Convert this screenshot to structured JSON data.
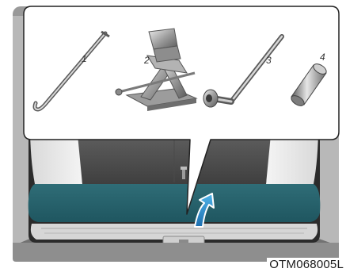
{
  "figure": {
    "code": "OTM068005L",
    "callouts": [
      {
        "number": "1",
        "tool": "tool-rod-icon"
      },
      {
        "number": "2",
        "tool": "scissor-jack-icon"
      },
      {
        "number": "3",
        "tool": "lug-wrench-icon"
      },
      {
        "number": "4",
        "tool": "tube-adapter-icon"
      }
    ]
  }
}
